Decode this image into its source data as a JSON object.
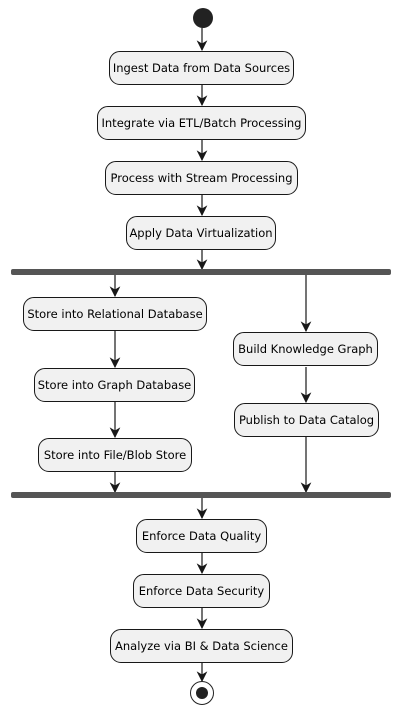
{
  "diagram": {
    "main_steps": [
      "Ingest Data from Data Sources",
      "Integrate via ETL/Batch Processing",
      "Process with Stream Processing",
      "Apply Data Virtualization"
    ],
    "left_branch": [
      "Store into Relational Database",
      "Store into Graph Database",
      "Store into File/Blob Store"
    ],
    "right_branch": [
      "Build Knowledge Graph",
      "Publish to Data Catalog"
    ],
    "final_steps": [
      "Enforce Data Quality",
      "Enforce Data Security",
      "Analyze via BI & Data Science"
    ]
  }
}
